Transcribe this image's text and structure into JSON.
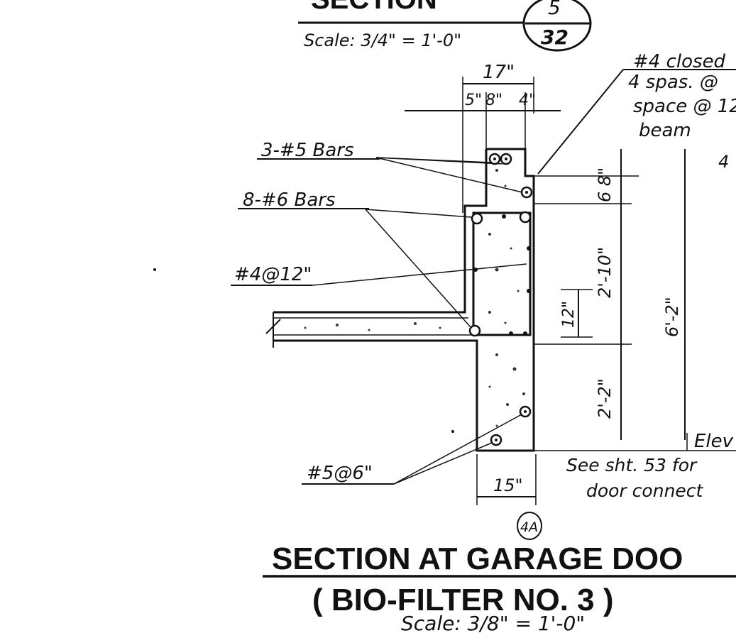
{
  "header": {
    "section_label": "SECTION",
    "scale_top": "Scale: 3/4\" = 1'-0\"",
    "ref_top": "5",
    "ref_bottom": "32"
  },
  "note_top_right": {
    "line1": "#4 closed",
    "line2": "4 spas. @",
    "line3": "space @ 12",
    "line4": "beam",
    "trailing": "4"
  },
  "top_dims": {
    "overall": "17\"",
    "part1": "5\"",
    "part2": "8\"",
    "part3": "4\""
  },
  "rebar_callouts": {
    "bars_5": "3-#5 Bars",
    "bars_6": "8-#6 Bars",
    "stirrup": "#4@12\"",
    "bars_bottom": "#5@6\""
  },
  "vertical_dims": {
    "d1": "6 8\"",
    "d2": "2'-10\"",
    "d3": "2'-2\"",
    "overall": "6'-2\"",
    "slab": "12\""
  },
  "bottom_dim": "15\"",
  "elev_label": "Elev",
  "note_bottom": {
    "line1": "See sht. 53 for",
    "line2": "door connect"
  },
  "detail_ref": "4A",
  "title": {
    "main": "SECTION AT GARAGE DOO",
    "sub": "( BIO-FILTER NO. 3 )",
    "scale": "Scale: 3/8\" = 1'-0\""
  }
}
